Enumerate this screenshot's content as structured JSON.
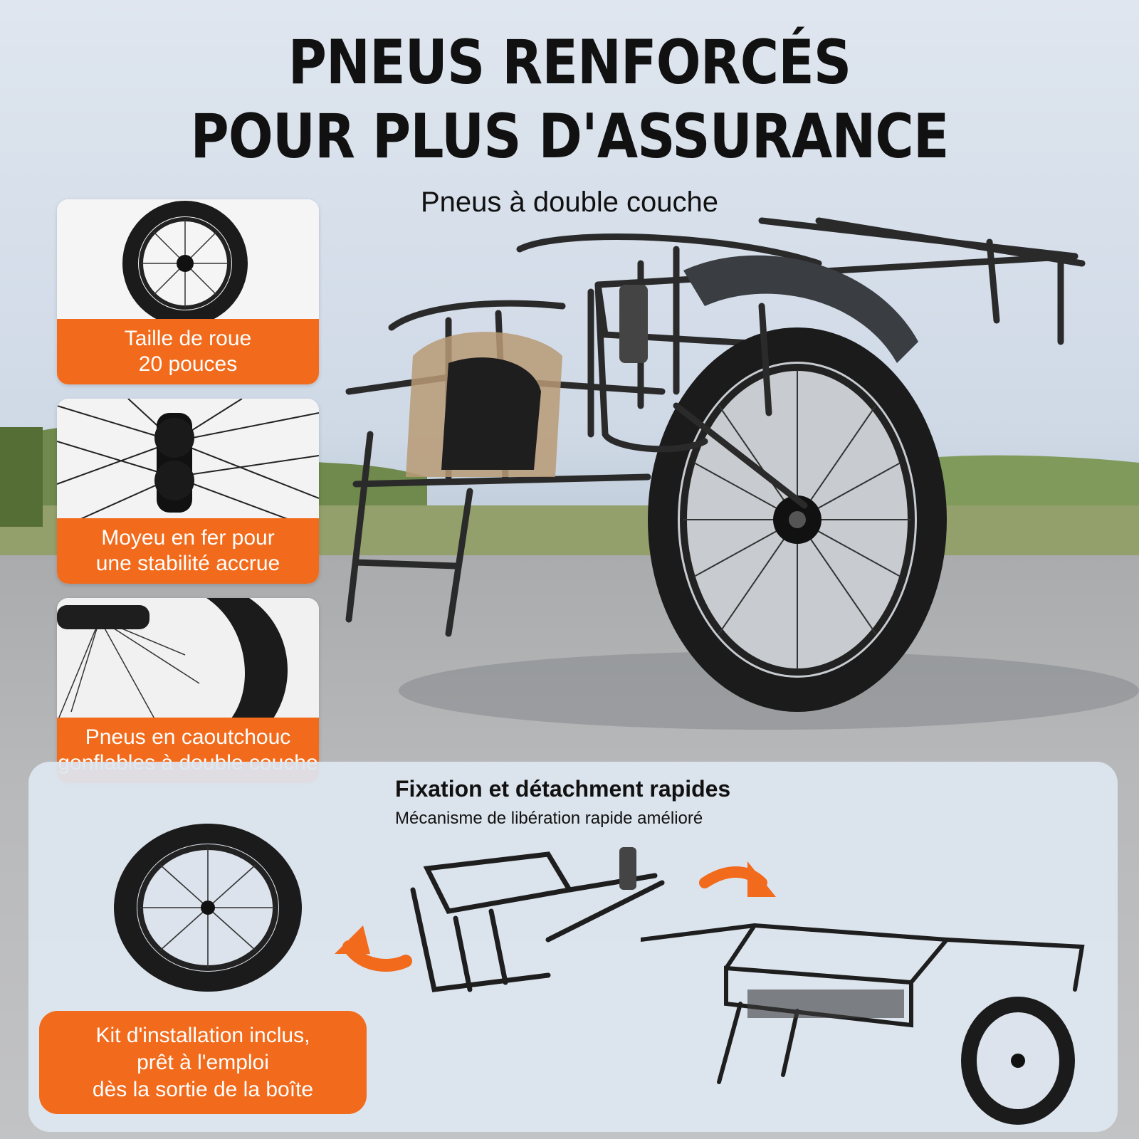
{
  "header": {
    "title_line1": "PNEUS RENFORCÉS",
    "title_line2": "POUR PLUS D'ASSURANCE",
    "subtitle": "Pneus à double couche"
  },
  "features": [
    {
      "line1": "Taille de roue",
      "line2": "20 pouces",
      "icon": "wheel-icon"
    },
    {
      "line1": "Moyeu en fer pour",
      "line2": "une stabilité accrue",
      "icon": "hub-icon"
    },
    {
      "line1": "Pneus en caoutchouc",
      "line2": "gonflables à double couche",
      "icon": "tire-icon"
    }
  ],
  "quick_release": {
    "title": "Fixation et détachment rapides",
    "subtitle": "Mécanisme de libération rapide amélioré"
  },
  "kit": {
    "line1": "Kit d'installation inclus,",
    "line2": "prêt à l'emploi",
    "line3": "dès la sortie de la boîte"
  },
  "colors": {
    "accent": "#f26a1b",
    "title": "#111111",
    "frame": "#2a2a2a"
  }
}
